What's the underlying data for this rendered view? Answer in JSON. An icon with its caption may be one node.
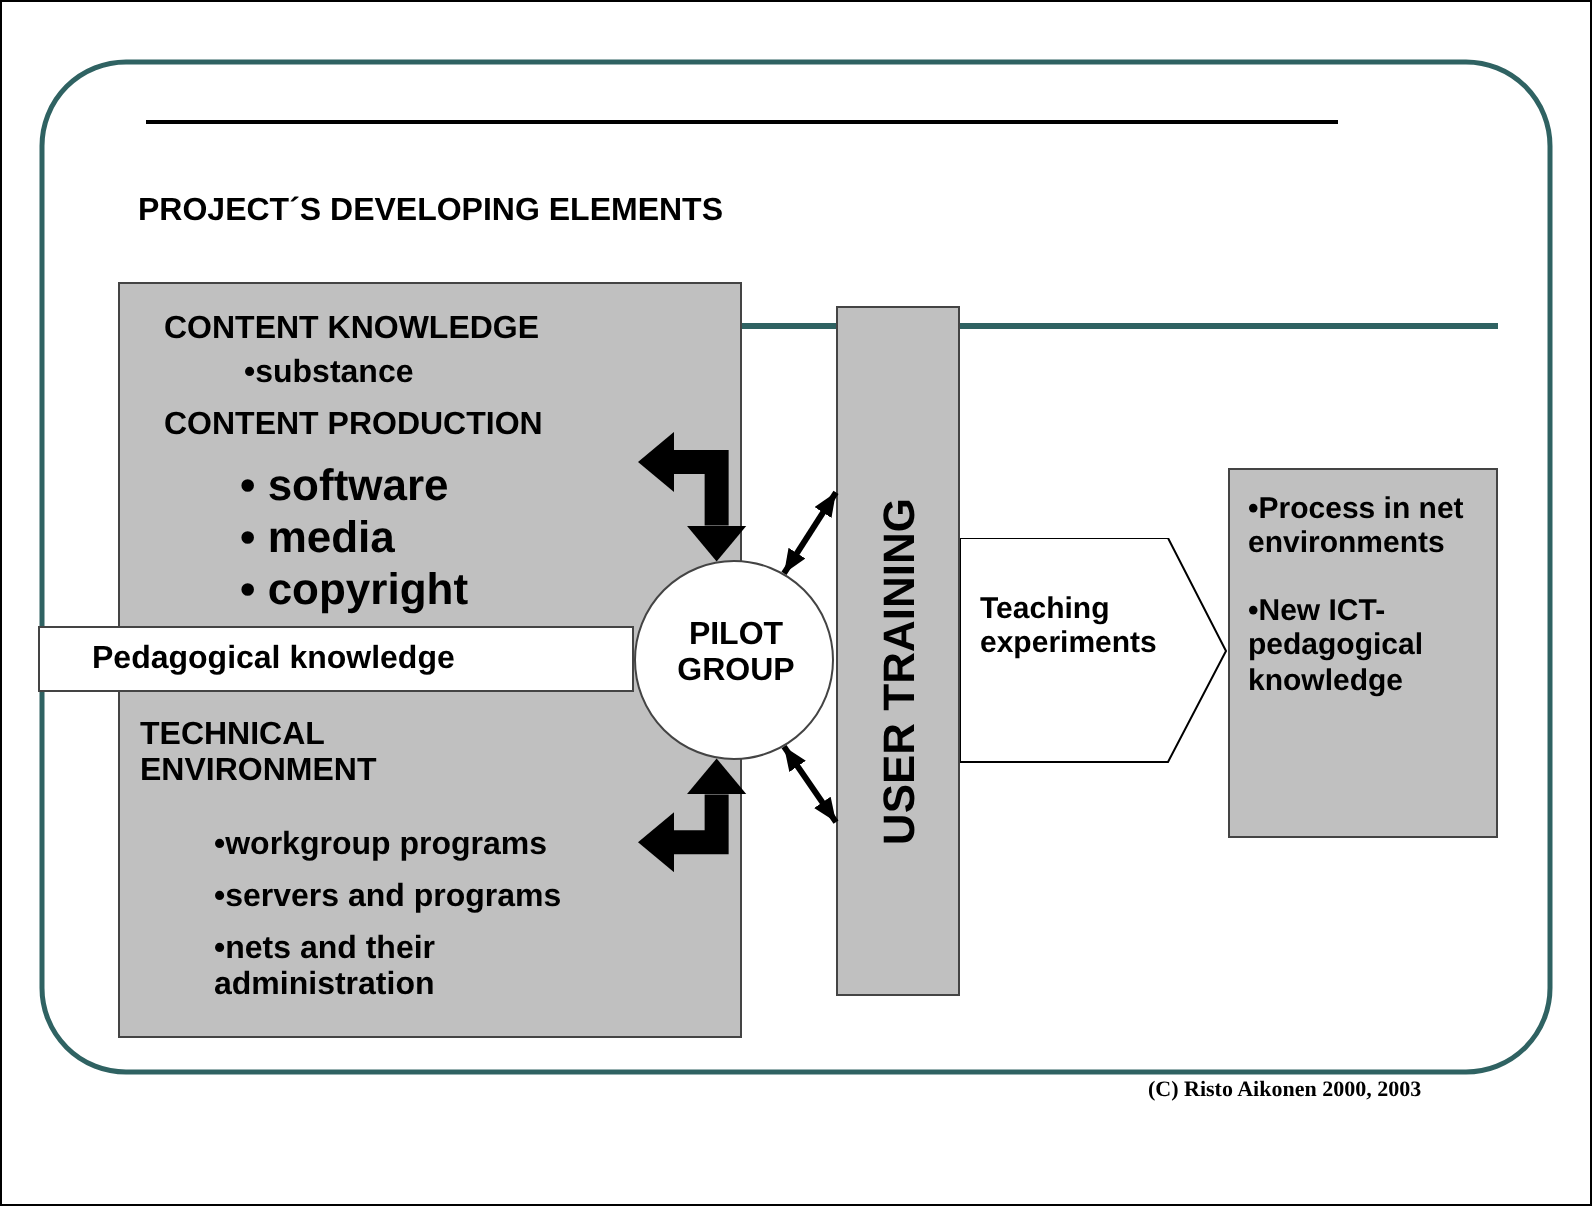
{
  "diagram": {
    "title": "PROJECT´S DEVELOPING ELEMENTS",
    "nodes": [
      {
        "text": [
          "CONTENT KNOWLEDGE",
          "•substance",
          "CONTENT PRODUCTION",
          "• software",
          "• media",
          "• copyright",
          "TECHNICAL ENVIRONMENT",
          "•workgroup programs",
          "•servers and programs",
          "•nets and their administration"
        ]
      },
      {
        "text": [
          "Pedagogical knowledge"
        ]
      },
      {
        "text": [
          "PILOT GROUP"
        ]
      },
      {
        "text": [
          "USER TRAINING"
        ]
      },
      {
        "text": [
          "Teaching experiments"
        ]
      },
      {
        "text": [
          "•Process in net environments",
          "•New ICT-pedagogical knowledge"
        ]
      }
    ],
    "edges": [
      {
        "from": 0,
        "to": 2,
        "arrow": "both",
        "style": "thick"
      },
      {
        "from": 0,
        "to": 2,
        "arrow": "both",
        "style": "thick"
      },
      {
        "from": 2,
        "to": 3,
        "arrow": "both"
      },
      {
        "from": 2,
        "to": 3,
        "arrow": "both"
      }
    ],
    "labels": [
      "(C) Risto Aikonen 2000, 2003"
    ]
  }
}
